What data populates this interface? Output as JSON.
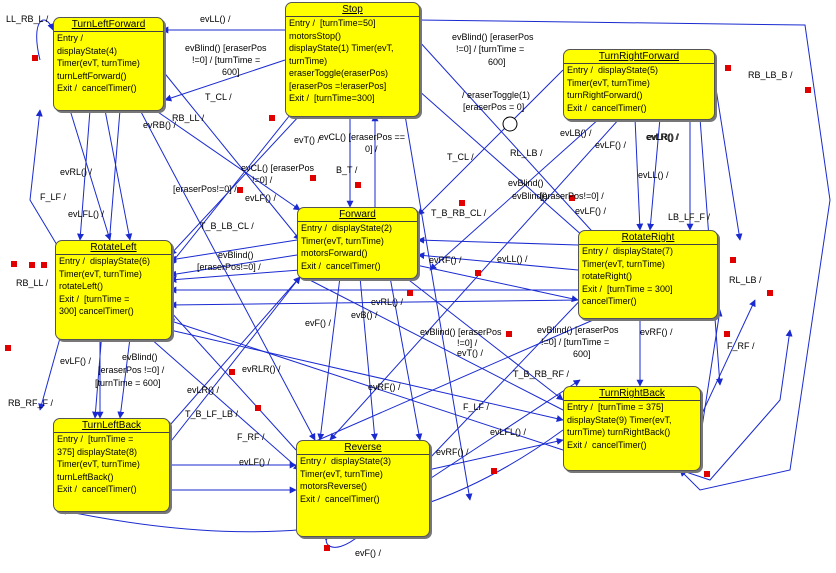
{
  "states": [
    {
      "id": "turn-left-forward",
      "title": "TurnLeftForward",
      "lines": [
        "Entry /",
        "displayState(4)",
        "Timer(evT, turnTime)",
        "turnLeftForward()",
        "Exit /  cancelTimer()"
      ]
    },
    {
      "id": "stop",
      "title": "Stop",
      "lines": [
        "Entry /  [turnTime=50]",
        "motorsStop()",
        "displayState(1) Timer(evT,",
        "turnTime)",
        "eraserToggle(eraserPos)",
        "[eraserPos =!eraserPos]",
        "Exit /  [turnTime=300]"
      ]
    },
    {
      "id": "turn-right-forward",
      "title": "TurnRightForward",
      "lines": [
        "Entry /  displayState(5)",
        "Timer(evT, turnTime)",
        "turnRightForward()",
        "Exit /  cancelTimer()"
      ]
    },
    {
      "id": "rotate-left",
      "title": "RotateLeft",
      "lines": [
        "Entry /  displayState(6)",
        "Timer(evT, turnTime)",
        "rotateLeft()",
        "Exit /  [turnTime =",
        "300] cancelTimer()"
      ]
    },
    {
      "id": "forward",
      "title": "Forward",
      "lines": [
        "Entry /  displayState(2)",
        "Timer(evT, turnTime)",
        "motorsForward()",
        "Exit /  cancelTimer()"
      ]
    },
    {
      "id": "rotate-right",
      "title": "RotateRight",
      "lines": [
        "Entry /  displayState(7)",
        "Timer(evT, turnTime)",
        "rotateRight()",
        "Exit /  [turnTime = 300]",
        "cancelTimer()"
      ]
    },
    {
      "id": "turn-left-back",
      "title": "TurnLeftBack",
      "lines": [
        "Entry /  [turnTime =",
        "375] displayState(8)",
        "Timer(evT, turnTime)",
        "turnLeftBack()",
        "Exit /  cancelTimer()"
      ]
    },
    {
      "id": "reverse",
      "title": "Reverse",
      "lines": [
        "Entry /  displayState(3)",
        "Timer(evT, turnTime)",
        "motorsReverse()",
        "Exit /  cancelTimer()"
      ]
    },
    {
      "id": "turn-right-back",
      "title": "TurnRightBack",
      "lines": [
        "Entry /  [turnTime = 375]",
        "displayState(9) Timer(evT,",
        "turnTime) turnRightBack()",
        "Exit /  cancelTimer()"
      ]
    }
  ],
  "transition_labels": [
    "LL_RB_L /",
    "evLL() /",
    "evBlind() [eraserPos",
    "!=0] / [turnTime =",
    "600]",
    "evBlind() [eraserPos",
    "!=0] / [turnTime =",
    "600]",
    "T_CL /",
    "RB_LL /",
    "evRB() /",
    "/ eraserToggle(1)",
    "[eraserPos = 0]",
    "RB_LB_B /",
    "evT() /",
    "evCL() [eraserPos ==",
    "0] /",
    "evLB() /",
    "evLF() /",
    "evLR() /",
    "evRL() /",
    "evCL() [eraserPos",
    "!=0] /",
    "B_T /",
    "evBlind()",
    "[eraserPos!=0] /",
    "evLF() /",
    "T_CL /",
    "RL_LB /",
    "evBlind()",
    "[eraserPos!=0] /",
    "evLL() /",
    "F_LF /",
    "evLFL() /",
    "T_B_LB_CL /",
    "T_B_RB_CL /",
    "evLF() /",
    "LB_LF_F /",
    "RB_LL /",
    "evBlind()",
    "[eraserPos!=0] /",
    "evRF() /",
    "evLL() /",
    "evRL() /",
    "RL_LB /",
    "evLR() /",
    "evB() /",
    "evF() /",
    "evBlind() [eraserPos",
    "!=0] /",
    "evT() /",
    "evBlind() [eraserPos",
    "!=0] / [turnTime =",
    "600]",
    "evRF() /",
    "F_RF /",
    "evLF() /",
    "evBlind()",
    "[eraserPos !=0] /",
    "[turnTime = 600]",
    "evRLR() /",
    "evLR() /",
    "T_B_RB_RF /",
    "evRF() /",
    "RB_RF_F /",
    "T_B_LF_LB /",
    "F_LF /",
    "evLFL() /",
    "F_RF /",
    "evLF() /",
    "evRF() /",
    "evF() /"
  ]
}
